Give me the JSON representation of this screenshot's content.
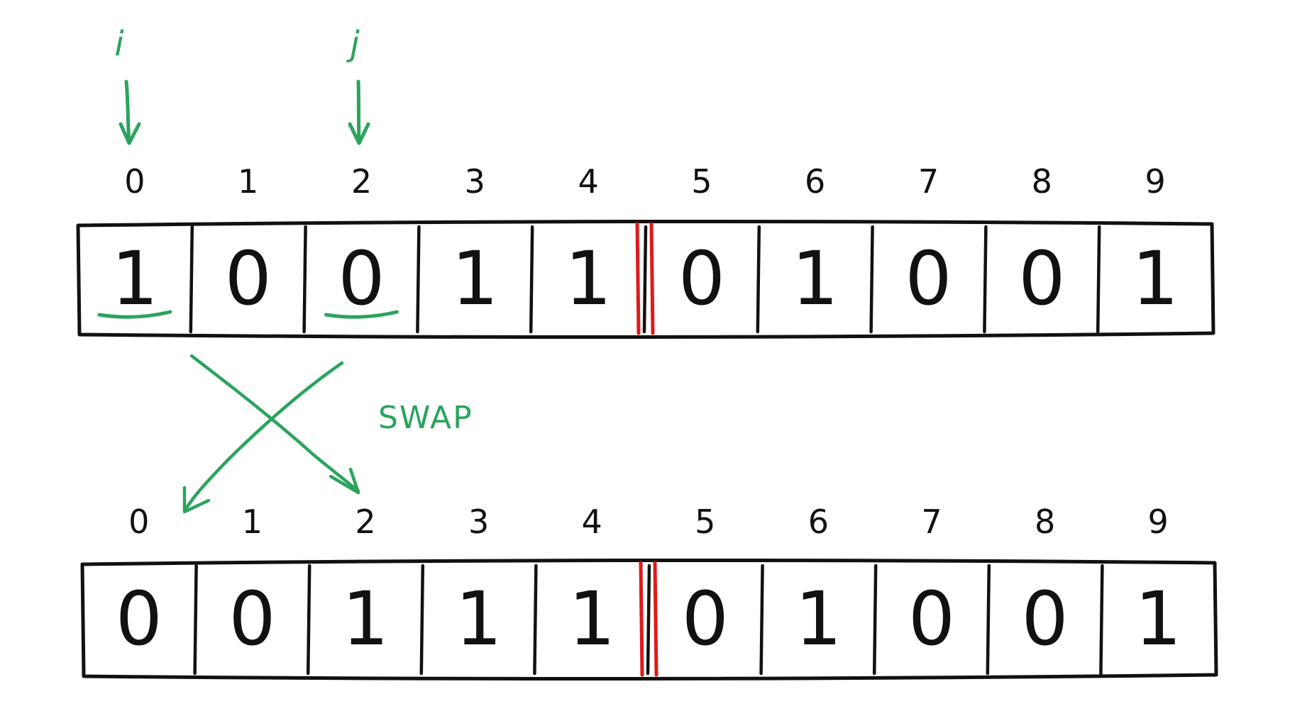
{
  "pointers": {
    "i": "i",
    "j": "j"
  },
  "swap_label": "SWAP",
  "indices": [
    "0",
    "1",
    "2",
    "3",
    "4",
    "5",
    "6",
    "7",
    "8",
    "9"
  ],
  "before": [
    "1",
    "0",
    "0",
    "1",
    "1",
    "0",
    "1",
    "0",
    "0",
    "1"
  ],
  "after": [
    "0",
    "0",
    "1",
    "1",
    "1",
    "0",
    "1",
    "0",
    "0",
    "1"
  ],
  "highlight_before": [
    0,
    2
  ],
  "highlight_after": [
    0,
    2
  ],
  "partition_after_index": 4,
  "colors": {
    "ink": "#111111",
    "pointer": "#2aa45c",
    "partition": "#e0191b"
  }
}
